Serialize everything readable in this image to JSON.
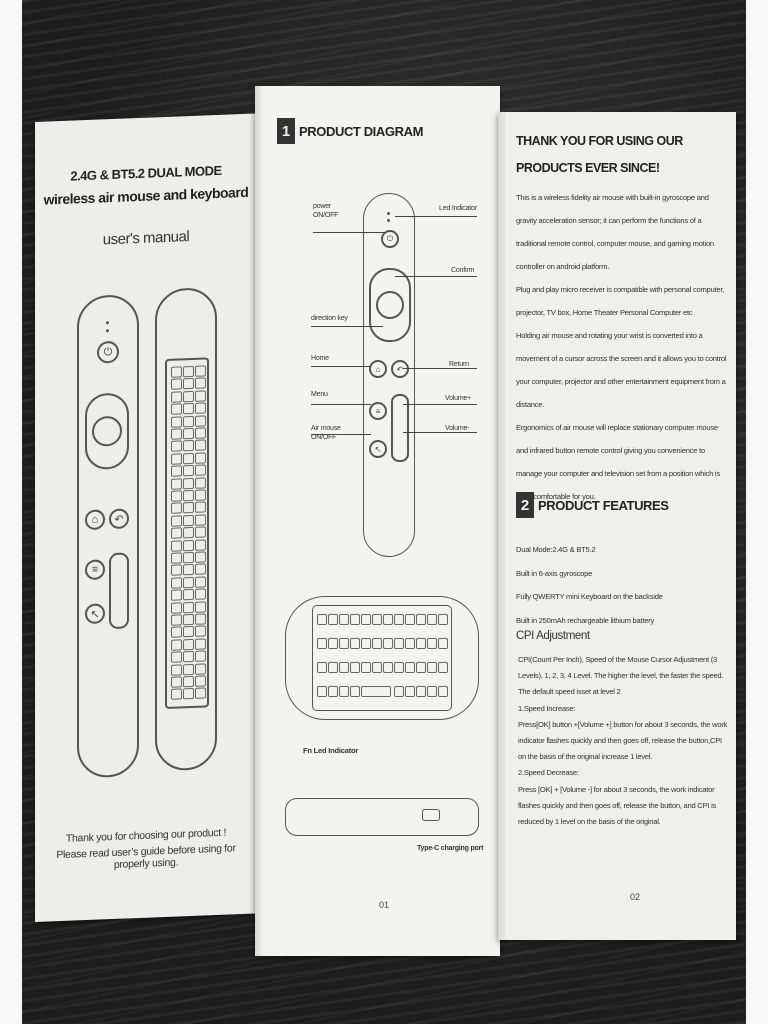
{
  "cover": {
    "title_line1": "2.4G & BT5.2 DUAL MODE",
    "title_line2": "wireless air mouse and keyboard",
    "subtitle": "user's manual",
    "footer_line1": "Thank you for choosing our product !",
    "footer_line2": "Please read user’s guide before using for properly using."
  },
  "diagram": {
    "section_number": "1",
    "section_title": "PRODUCT DIAGRAM",
    "labels": {
      "power": "power\nON/OFF",
      "led": "Led Indicator",
      "confirm": "Confirm",
      "direction": "direction key",
      "home": "Home",
      "return": "Return",
      "menu": "Menu",
      "volume_up": "Volume+",
      "air_mouse": "Air mouse\nON/OFF",
      "volume_down": "Volume-",
      "fn_led": "Fn Led Indicator",
      "typec": "Type-C charging port"
    },
    "page_number": "01"
  },
  "intro": {
    "title": "THANK YOU FOR USING OUR PRODUCTS EVER SINCE!",
    "paragraphs": [
      "This is a wireless fidelity air mouse with built-in gyroscope and gravity acceleration sensor; it can perform the functions of a traditional remote control, computer mouse, and gaming motion controller on android platform.",
      "Plug and play micro receiver is compatible with personal computer, projector, TV box, Home Theater Personal Computer etc",
      "Holding air mouse and rotating your wrist is converted into a movement of a cursor across the screen and it allows you to control your computer, projector and other entertainment equipment from a distance.",
      "Ergonomics of air mouse will replace stationary computer mouse and infrared button remote control giving you convenience to manage your computer and television set from a position which is most comfortable for you."
    ]
  },
  "features": {
    "section_number": "2",
    "section_title": "PRODUCT FEATURES",
    "items": [
      "Dual Mode:2.4G & BT5.2",
      "Built in 6-axis gyroscope",
      "Fully QWERTY mini Keyboard on the backside",
      "Built in 250mAh rechargeable lithium battery"
    ],
    "cpi_heading": "CPI Adjustment",
    "cpi_paragraphs": [
      "CPI(Count Per Inch), Speed of the Mouse Cursor Adjustment (3 Levels), 1, 2, 3, 4 Level. The higher the level, the faster the speed. The default speed isset at level 2",
      "1.Speed Increase:",
      "Press[OK] button +[Volume +] button for about 3 seconds, the work indicator flashes quickly and then goes off, release the button,CPI on the basis of the original increase 1 level.",
      "2.Speed Decrease:",
      "Press [OK] + [Volume -] for about 3 seconds, the work indicator flashes quickly and then goes off, release the button, and CPI is reduced by 1 level on the basis of the original."
    ],
    "page_number": "02"
  }
}
